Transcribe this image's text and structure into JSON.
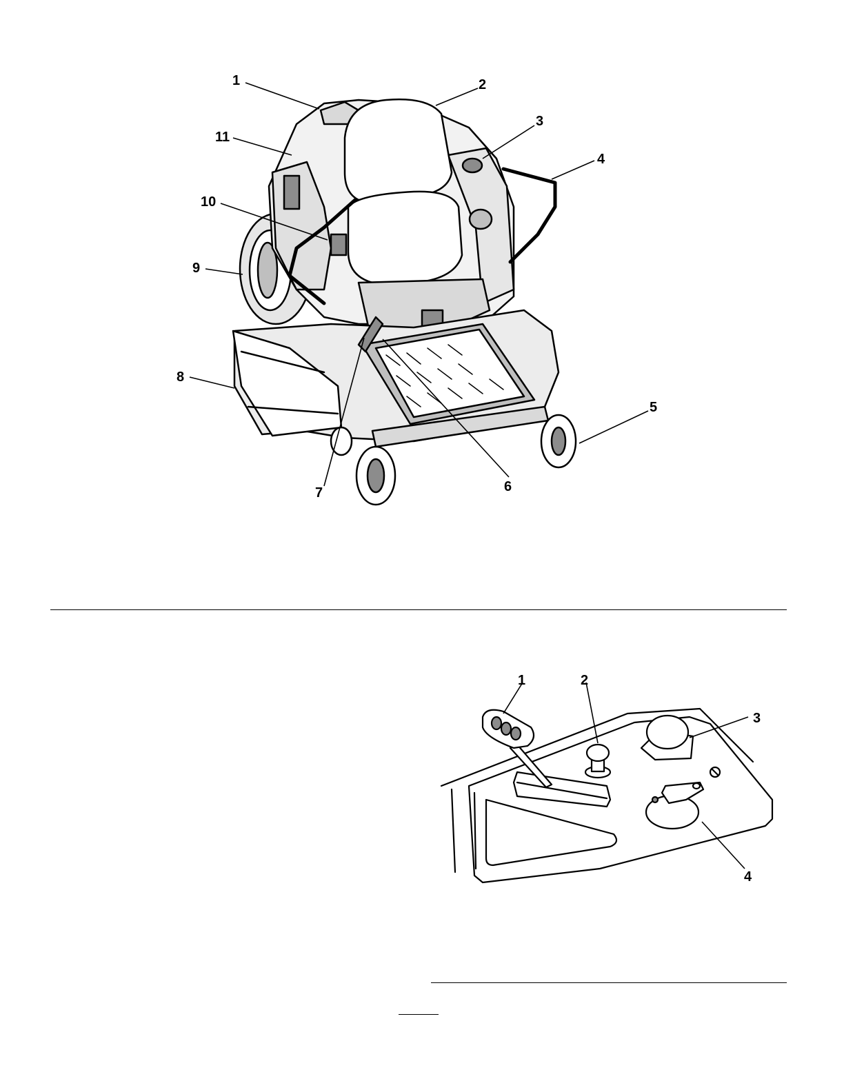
{
  "figure1": {
    "callouts": [
      "1",
      "2",
      "3",
      "4",
      "5",
      "6",
      "7",
      "8",
      "9",
      "10",
      "11"
    ]
  },
  "figure2": {
    "callouts": [
      "1",
      "2",
      "3",
      "4"
    ]
  },
  "colors": {
    "ink": "#000000",
    "paper": "#ffffff",
    "shade": "#d9d9d9",
    "mid": "#8c8c8c"
  }
}
